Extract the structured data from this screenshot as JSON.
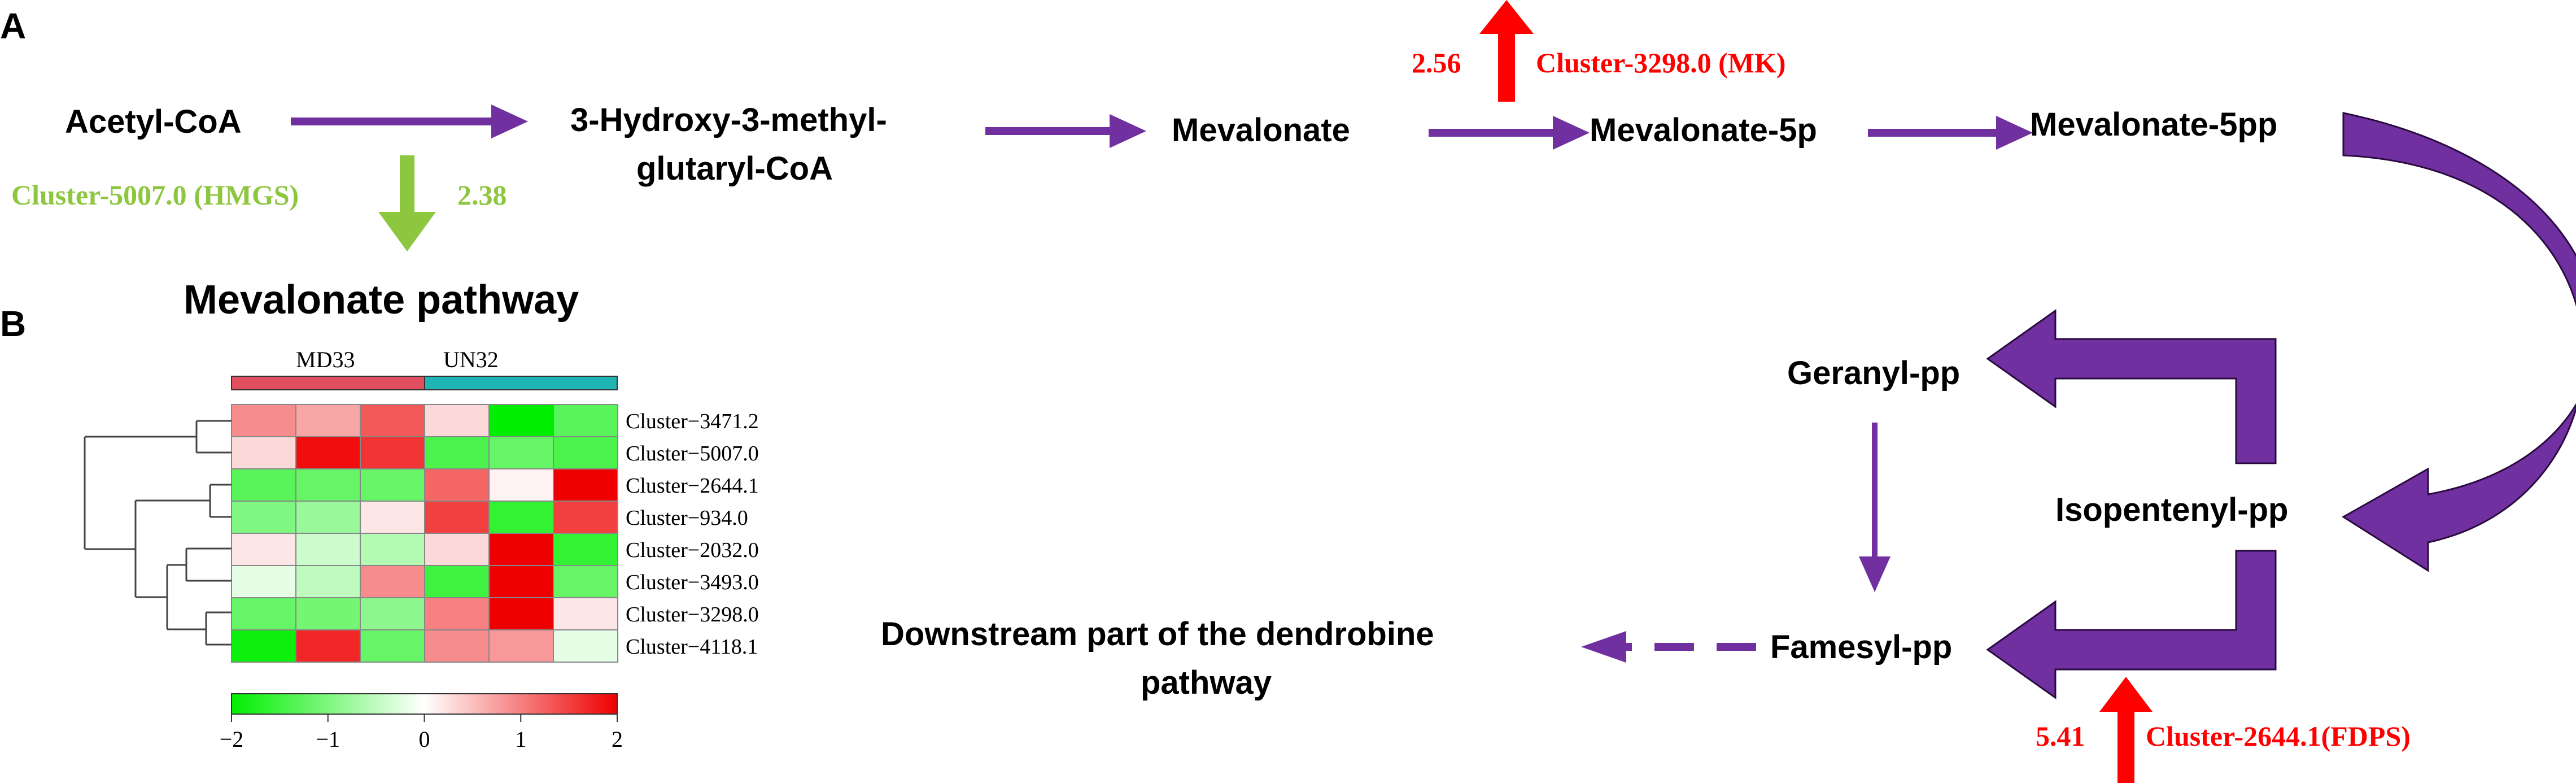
{
  "panel_labels": {
    "a": "A",
    "b": "B"
  },
  "nodes": {
    "acetyl_coa": "Acetyl-CoA",
    "hmg_coa_line1": "3-Hydroxy-3-methyl-",
    "hmg_coa_line2": "glutaryl-CoA",
    "mevalonate": "Mevalonate",
    "mevalonate_5p": "Mevalonate-5p",
    "mevalonate_5pp": "Mevalonate-5pp",
    "geranyl_pp": "Geranyl-pp",
    "isopentenyl_pp": "Isopentenyl-pp",
    "famesyl_pp": "Famesyl-pp",
    "downstream_line1": "Downstream part of the dendrobine",
    "downstream_line2": "pathway"
  },
  "annotations": {
    "hmgs": {
      "value": "2.38",
      "label": "Cluster-5007.0 (HMGS)",
      "color": "#8dc63f"
    },
    "mk": {
      "value": "2.56",
      "label": "Cluster-3298.0 (MK)",
      "color": "#ff0000"
    },
    "fdps": {
      "value": "5.41",
      "label": "Cluster-2644.1(FDPS)",
      "color": "#ff0000"
    }
  },
  "colors": {
    "pathway_arrow": "#7030a0",
    "hmgs_arrow": "#8dc63f",
    "up_arrow": "#ff0000",
    "group_md33": "#e05060",
    "group_un32": "#1fb5b5"
  },
  "heatmap": {
    "title": "Mevalonate pathway",
    "groups": [
      "MD33",
      "UN32"
    ],
    "rows": [
      "Cluster−3471.2",
      "Cluster−5007.0",
      "Cluster−2644.1",
      "Cluster−934.0",
      "Cluster−2032.0",
      "Cluster−3493.0",
      "Cluster−3298.0",
      "Cluster−4118.1"
    ],
    "values": [
      [
        0.9,
        0.7,
        1.3,
        0.3,
        -2.0,
        -1.3
      ],
      [
        0.3,
        1.9,
        1.6,
        -1.4,
        -1.2,
        -1.4
      ],
      [
        -1.3,
        -1.2,
        -1.2,
        1.2,
        0.1,
        2.0
      ],
      [
        -1.0,
        -0.8,
        0.2,
        1.5,
        -1.6,
        1.5
      ],
      [
        0.2,
        -0.4,
        -0.6,
        0.3,
        2.0,
        -1.6
      ],
      [
        -0.2,
        -0.5,
        0.9,
        -1.5,
        2.0,
        -1.2
      ],
      [
        -1.2,
        -1.1,
        -0.9,
        1.0,
        2.0,
        0.2
      ],
      [
        -1.9,
        1.7,
        -1.2,
        0.9,
        0.8,
        -0.2
      ]
    ],
    "scale_ticks": [
      "−2",
      "−1",
      "0",
      "1",
      "2"
    ],
    "scale_range": [
      -2,
      2
    ]
  }
}
